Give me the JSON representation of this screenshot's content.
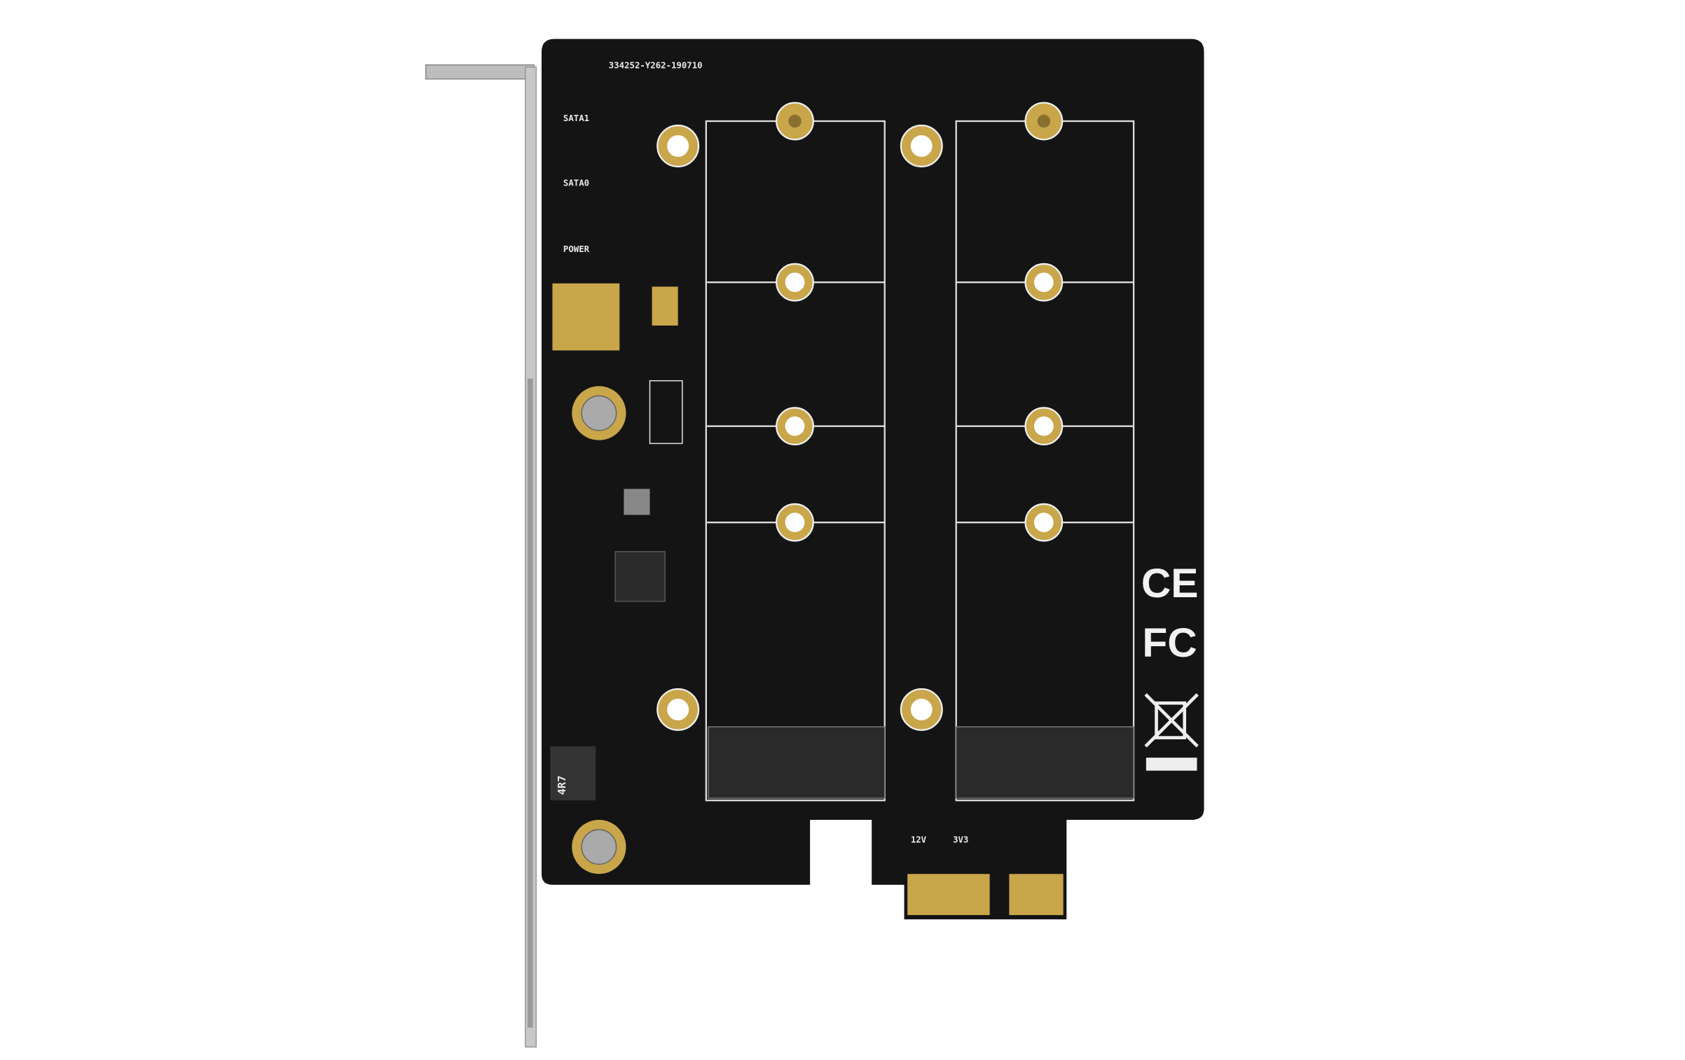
{
  "product": {
    "serial": "334252-Y262-190710",
    "led_labels": [
      "SATA1",
      "SATA0",
      "POWER"
    ],
    "power_labels": [
      "12V",
      "3V3"
    ],
    "cert_marks": [
      "CE",
      "FC"
    ],
    "inductor_label": "4R7",
    "colors": {
      "pcb": "#141414",
      "gold": "#c9a64a",
      "bracket": "#c8c8c8",
      "silkscreen": "#e8e8e8"
    }
  }
}
